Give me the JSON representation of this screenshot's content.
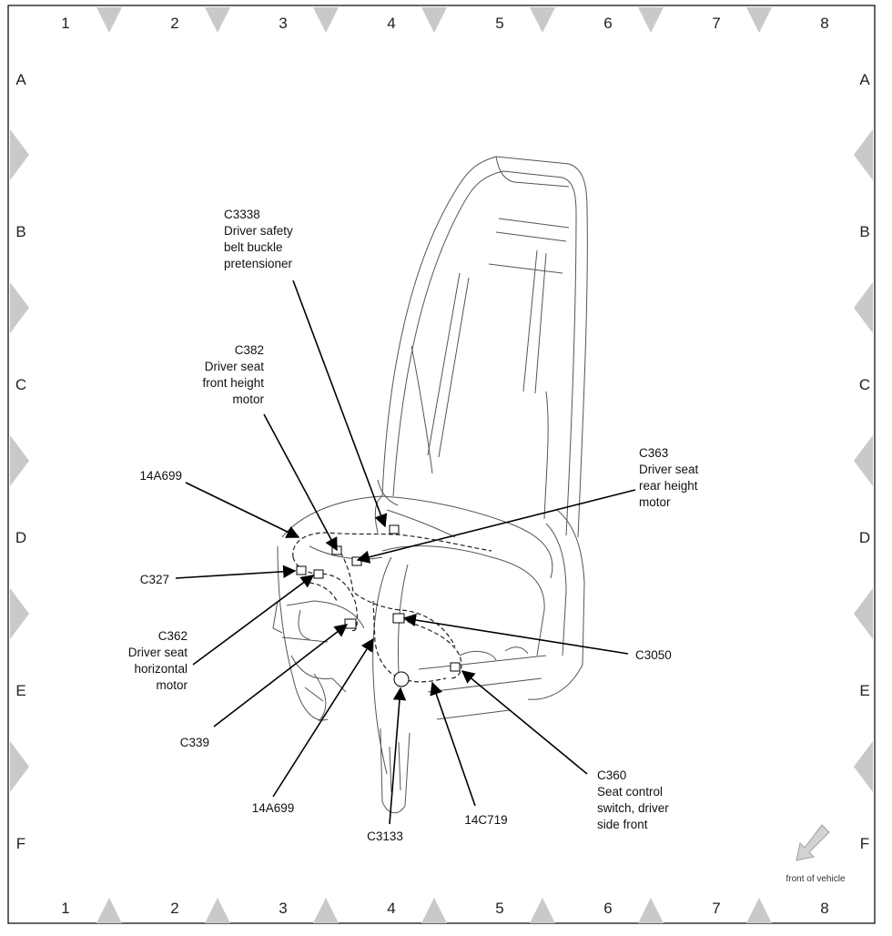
{
  "grid": {
    "columns": [
      "1",
      "2",
      "3",
      "4",
      "5",
      "6",
      "7",
      "8"
    ],
    "rows": [
      "A",
      "B",
      "C",
      "D",
      "E",
      "F"
    ]
  },
  "callouts": [
    {
      "id": "c3338",
      "lines": [
        "C3338",
        "Driver safety",
        "belt buckle",
        "pretensioner"
      ]
    },
    {
      "id": "c382",
      "lines": [
        "C382",
        "Driver seat",
        "front height",
        "motor"
      ]
    },
    {
      "id": "a14a699-top",
      "lines": [
        "14A699"
      ]
    },
    {
      "id": "c363",
      "lines": [
        "C363",
        "Driver seat",
        "rear height",
        "motor"
      ]
    },
    {
      "id": "c327",
      "lines": [
        "C327"
      ]
    },
    {
      "id": "c362",
      "lines": [
        "C362",
        "Driver seat",
        "horizontal",
        "motor"
      ]
    },
    {
      "id": "c3050",
      "lines": [
        "C3050"
      ]
    },
    {
      "id": "c339",
      "lines": [
        "C339"
      ]
    },
    {
      "id": "c360",
      "lines": [
        "C360",
        "Seat control",
        "switch, driver",
        "side front"
      ]
    },
    {
      "id": "a14a699-bottom",
      "lines": [
        "14A699"
      ]
    },
    {
      "id": "c3133",
      "lines": [
        "C3133"
      ]
    },
    {
      "id": "c14c719",
      "lines": [
        "14C719"
      ]
    }
  ],
  "front_indicator": {
    "label": "front of vehicle",
    "icon": "front-arrow-icon"
  },
  "colors": {
    "marker": "#c9c9c9",
    "line": "#000000",
    "seat_outline": "#555555"
  }
}
